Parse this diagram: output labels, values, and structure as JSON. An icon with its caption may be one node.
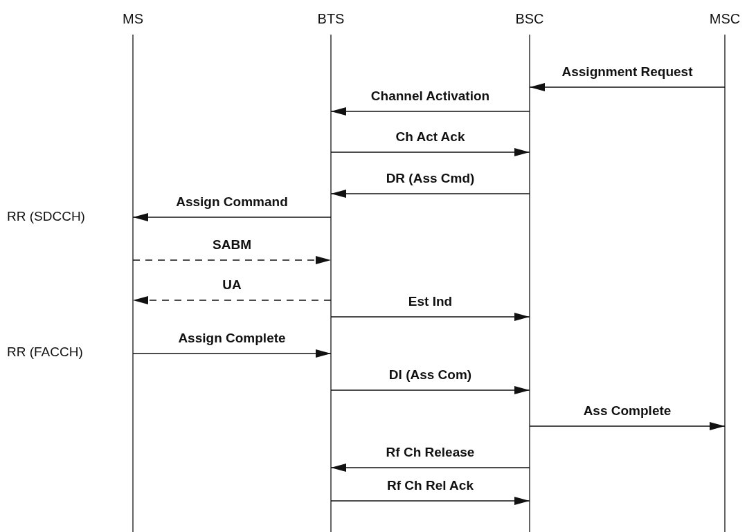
{
  "diagram": {
    "nodes": [
      {
        "text": [
          "MS"
        ]
      },
      {
        "text": [
          "BTS"
        ]
      },
      {
        "text": [
          "BSC"
        ]
      },
      {
        "text": [
          "MSC"
        ]
      }
    ],
    "edges": [
      {
        "from": 3,
        "to": 2,
        "arrow": "to",
        "label": "Assignment Request"
      },
      {
        "from": 2,
        "to": 1,
        "arrow": "to",
        "label": "Channel Activation"
      },
      {
        "from": 1,
        "to": 2,
        "arrow": "to",
        "label": "Ch Act Ack"
      },
      {
        "from": 2,
        "to": 1,
        "arrow": "to",
        "label": "DR (Ass Cmd)"
      },
      {
        "from": 1,
        "to": 0,
        "arrow": "to",
        "label": "Assign Command"
      },
      {
        "from": 0,
        "to": 1,
        "arrow": "to",
        "label": "SABM",
        "style": "dashed"
      },
      {
        "from": 1,
        "to": 0,
        "arrow": "to",
        "label": "UA",
        "style": "dashed"
      },
      {
        "from": 1,
        "to": 2,
        "arrow": "to",
        "label": "Est Ind"
      },
      {
        "from": 0,
        "to": 1,
        "arrow": "to",
        "label": "Assign Complete"
      },
      {
        "from": 1,
        "to": 2,
        "arrow": "to",
        "label": "DI (Ass Com)"
      },
      {
        "from": 2,
        "to": 3,
        "arrow": "to",
        "label": "Ass Complete"
      },
      {
        "from": 2,
        "to": 1,
        "arrow": "to",
        "label": "Rf Ch Release"
      },
      {
        "from": 1,
        "to": 2,
        "arrow": "to",
        "label": "Rf Ch Rel Ack"
      }
    ],
    "labels": [
      "RR (SDCCH)",
      "RR (FACCH)"
    ]
  }
}
